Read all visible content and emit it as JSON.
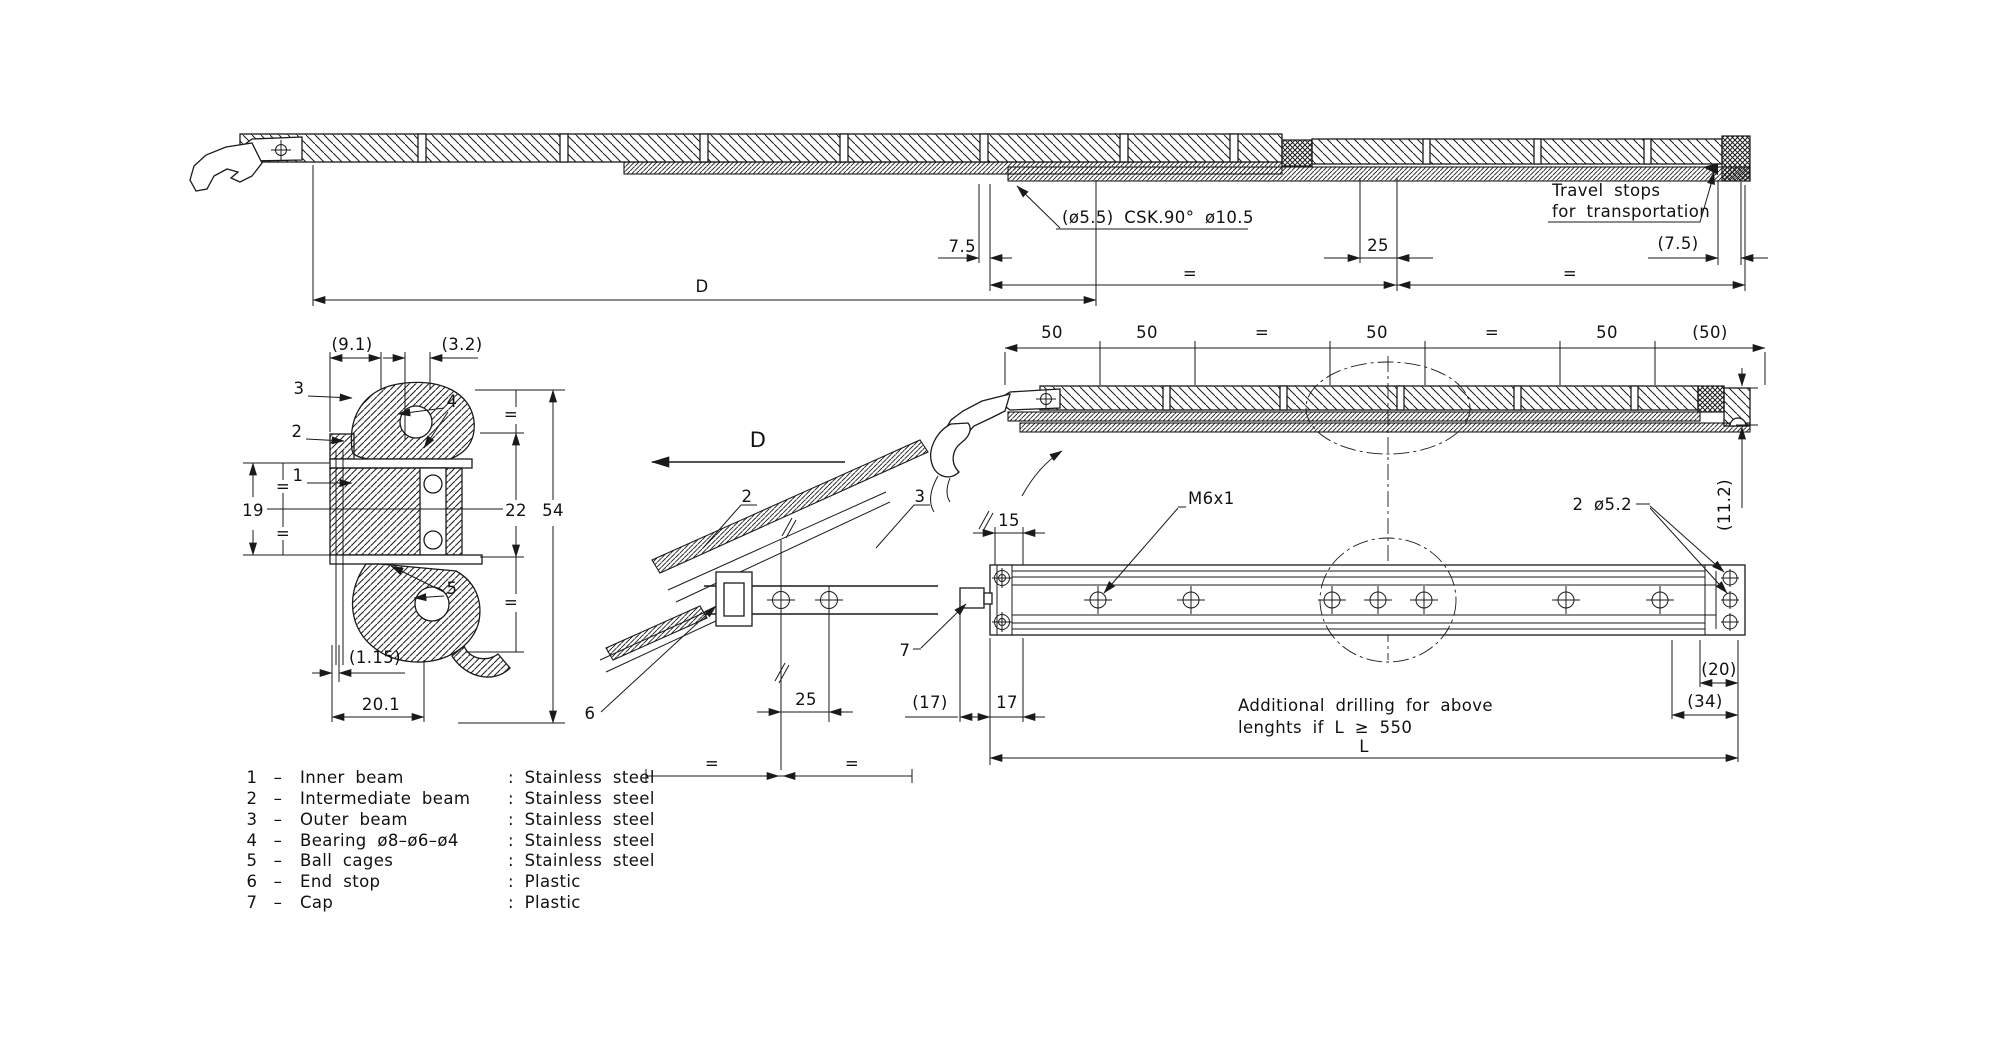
{
  "page": {
    "background": "#ffffff",
    "ink": "#1a1a1a"
  },
  "symbols": {
    "eq": "="
  },
  "extended_view": {
    "callout_csk": "(ø5.5) CSK.90° ø10.5",
    "travel_stops_line1": "Travel stops",
    "travel_stops_line2": "for transportation",
    "dim_7_5": "7.5",
    "dim_25": "25",
    "dim_7_5_ref": "(7.5)",
    "dim_overall": "D"
  },
  "cross_section": {
    "dim_9_1": "(9.1)",
    "dim_3_2": "(3.2)",
    "dim_19": "19",
    "dim_22": "22",
    "dim_54": "54",
    "dim_1_15": "(1.15)",
    "dim_20_1": "20.1",
    "label_1": "1",
    "label_2": "2",
    "label_3": "3",
    "label_4": "4",
    "label_5": "5"
  },
  "detail_view": {
    "view_letter": "D",
    "label_2": "2",
    "label_3": "3",
    "label_6": "6",
    "dim_25": "25"
  },
  "closed_view": {
    "dims": [
      "50",
      "50",
      "=",
      "50",
      "=",
      "50",
      "(50)"
    ],
    "dim_11_2": "(11.2)"
  },
  "drilling_view": {
    "dim_15": "15",
    "callout_thread": "M6x1",
    "callout_holes": "2 ø5.2",
    "label_7": "7",
    "dim_17_ref": "(17)",
    "dim_17": "17",
    "dim_20_ref": "(20)",
    "dim_34_ref": "(34)",
    "dim_length": "L",
    "note_line1": "Additional drilling for above",
    "note_line2": "lenghts if L ≥ 550"
  },
  "parts_list": [
    {
      "num": "1",
      "sep": "–",
      "name": "Inner beam",
      "material": ": Stainless steel"
    },
    {
      "num": "2",
      "sep": "–",
      "name": "Intermediate beam",
      "material": ": Stainless steel"
    },
    {
      "num": "3",
      "sep": "–",
      "name": "Outer beam",
      "material": ": Stainless steel"
    },
    {
      "num": "4",
      "sep": "–",
      "name": "Bearing ø8–ø6–ø4",
      "material": ": Stainless steel"
    },
    {
      "num": "5",
      "sep": "–",
      "name": "Ball cages",
      "material": ": Stainless steel"
    },
    {
      "num": "6",
      "sep": "–",
      "name": "End stop",
      "material": ": Plastic"
    },
    {
      "num": "7",
      "sep": "–",
      "name": "Cap",
      "material": ": Plastic"
    }
  ]
}
